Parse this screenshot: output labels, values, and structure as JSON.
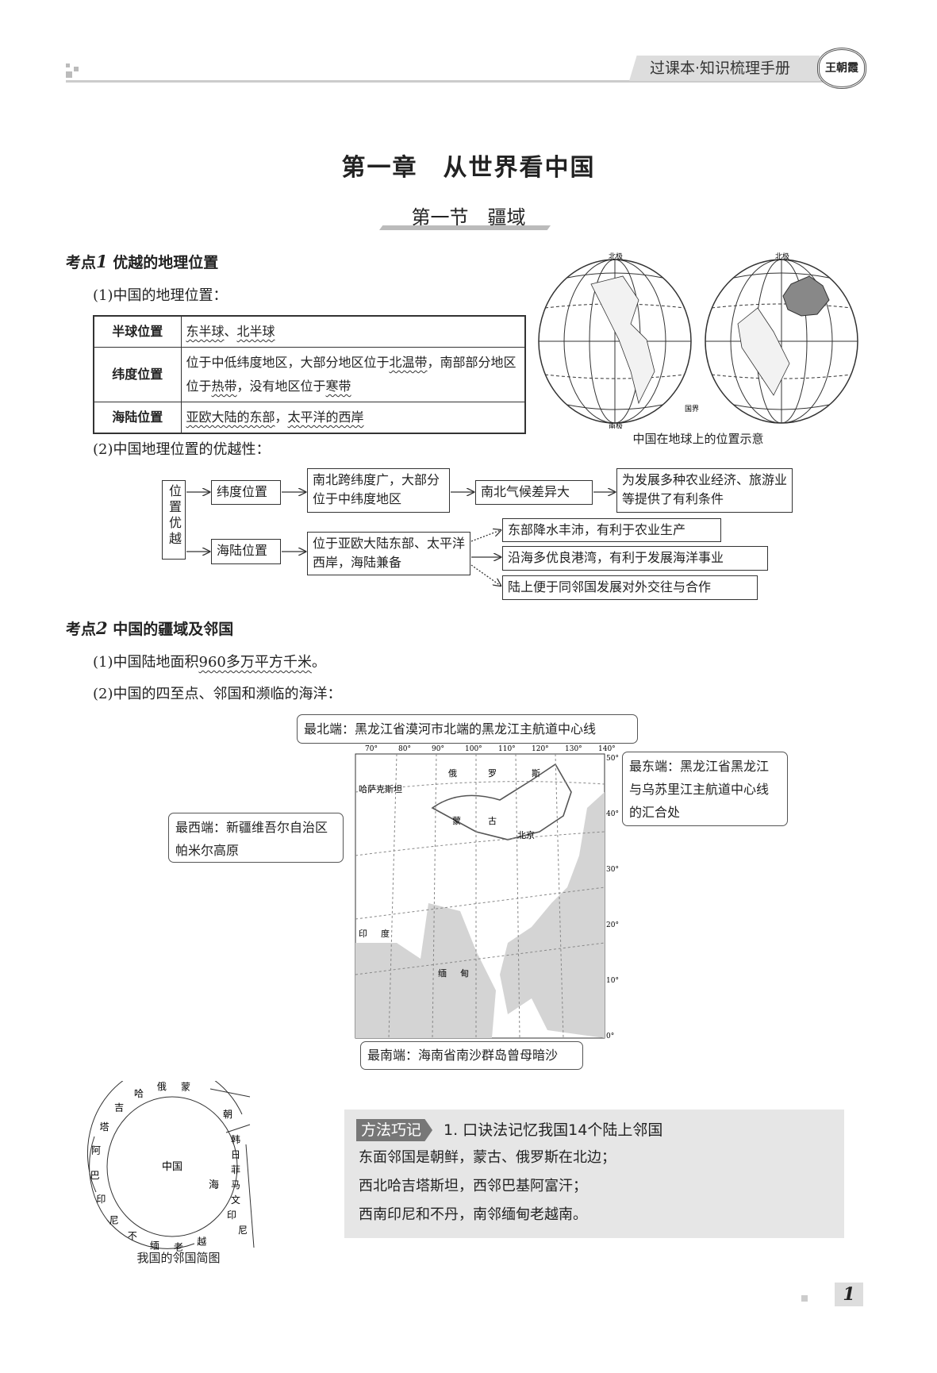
{
  "header": {
    "book_title": "过课本·知识梳理手册",
    "logo_text": "王朝霞"
  },
  "chapter_title": "第一章　从世界看中国",
  "section_title": "第一节　疆域",
  "point1": {
    "label": "考点",
    "num": "1",
    "title": "优越的地理位置",
    "sub1": "(1)中国的地理位置：",
    "table": [
      {
        "head": "半球位置",
        "segs": [
          {
            "t": "东半球",
            "u": true
          },
          {
            "t": "、",
            "u": false
          },
          {
            "t": "北半球",
            "u": true
          }
        ]
      },
      {
        "head": "纬度位置",
        "segs": [
          {
            "t": "位于中低纬度地区，大部分地区位于",
            "u": false
          },
          {
            "t": "北温带",
            "u": true
          },
          {
            "t": "，南部部分地区位于",
            "u": false
          },
          {
            "t": "热带",
            "u": true
          },
          {
            "t": "，没有地区位于",
            "u": false
          },
          {
            "t": "寒带",
            "u": true
          }
        ]
      },
      {
        "head": "海陆位置",
        "segs": [
          {
            "t": "亚欧大陆的东部",
            "u": true
          },
          {
            "t": "，",
            "u": false
          },
          {
            "t": "太平洋的西岸",
            "u": true
          }
        ]
      }
    ],
    "globe_caption": "中国在地球上的位置示意",
    "globe_labels": {
      "north_pole": "北极",
      "south_pole": "南极",
      "legend": "国界"
    },
    "sub2": "(2)中国地理位置的优越性：",
    "flow": {
      "root": "位置优越",
      "lat": "纬度位置",
      "lat_desc": "南北跨纬度广，大部分位于中纬度地区",
      "lat_effect": "南北气候差异大",
      "lat_result": "为发展多种农业经济、旅游业等提供了有利条件",
      "sea": "海陆位置",
      "sea_desc": "位于亚欧大陆东部、太平洋西岸，海陆兼备",
      "sea_results": [
        "东部降水丰沛，有利于农业生产",
        "沿海多优良港湾，有利于发展海洋事业",
        "陆上便于同邻国发展对外交往与合作"
      ]
    }
  },
  "point2": {
    "label": "考点",
    "num": "2",
    "title": "中国的疆域及邻国",
    "sub1_pre": "(1)中国陆地面积",
    "sub1_area": "960多万平方千米",
    "sub1_post": "。",
    "sub2": "(2)中国的四至点、邻国和濒临的海洋：",
    "north": "最北端：黑龙江省漠河市北端的黑龙江主航道中心线",
    "east": "最东端：黑龙江省黑龙江与乌苏里江主航道中心线的汇合处",
    "west": "最西端：新疆维吾尔自治区帕米尔高原",
    "south": "最南端：海南省南沙群岛曾母暗沙",
    "map": {
      "lon_labels": [
        "70°",
        "80°",
        "90°",
        "100°",
        "110°",
        "120°",
        "130°",
        "140°"
      ],
      "lat_labels": [
        "50°",
        "40°",
        "30°",
        "20°",
        "10°",
        "0°"
      ],
      "labels": [
        "俄",
        "罗",
        "斯",
        "哈萨克斯坦",
        "蒙",
        "古",
        "北京",
        "印",
        "度",
        "缅",
        "甸"
      ]
    }
  },
  "neighbor_diagram": {
    "center": "中国",
    "sea": "海",
    "land": [
      "蒙",
      "俄",
      "哈",
      "吉",
      "塔",
      "阿",
      "巴",
      "印",
      "尼",
      "不",
      "缅",
      "老",
      "越",
      "朝"
    ],
    "sea_side": [
      "韩",
      "日",
      "菲",
      "马",
      "文",
      "印",
      "尼"
    ],
    "caption": "我国的邻国简图"
  },
  "method": {
    "tag": "方法巧记",
    "heading": "1. 口诀法记忆我国14个陆上邻国",
    "lines": [
      "东面邻国是朝鲜，蒙古、俄罗斯在北边；",
      "西北哈吉塔斯坦，西邻巴基阿富汗；",
      "西南印尼和不丹，南邻缅甸老越南。"
    ]
  },
  "page_number": "1"
}
